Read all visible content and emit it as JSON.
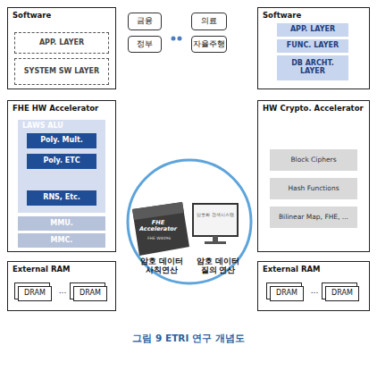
{
  "diagram": {
    "caption": "그림 9 ETRI 연구 개념도",
    "nodes": [
      {
        "text": [
          "Software"
        ]
      },
      {
        "text": [
          "APP. LAYER"
        ],
        "in": 0
      },
      {
        "text": [
          "SYSTEM SW LAYER"
        ],
        "in": 0
      },
      {
        "text": [
          "금융"
        ]
      },
      {
        "text": [
          "의료"
        ]
      },
      {
        "text": [
          "정부"
        ]
      },
      {
        "text": [
          "자율주행"
        ]
      },
      {
        "text": [
          "Software"
        ]
      },
      {
        "text": [
          "APP. LAYER"
        ],
        "in": 7
      },
      {
        "text": [
          "FUNC. LAYER"
        ],
        "in": 7
      },
      {
        "text": [
          "DB ARCHT. LAYER"
        ],
        "in": 7
      },
      {
        "text": [
          "FHE HW Accelerator"
        ]
      },
      {
        "text": [
          "LAWS ALU"
        ],
        "in": 11
      },
      {
        "text": [
          "Poly. Mult."
        ],
        "in": 12
      },
      {
        "text": [
          "Poly. ETC"
        ],
        "in": 12
      },
      {
        "text": [
          "RNS, Etc."
        ],
        "in": 12
      },
      {
        "text": [
          "MMU."
        ],
        "in": 11
      },
      {
        "text": [
          "MMC."
        ],
        "in": 11
      },
      {
        "text": [
          "HW Crypto. Accelerator"
        ]
      },
      {
        "text": [
          "Block Ciphers"
        ],
        "in": 18
      },
      {
        "text": [
          "Hash Functions"
        ],
        "in": 18
      },
      {
        "text": [
          "Bilinear Map, FHE, ..."
        ],
        "in": 18
      },
      {
        "text": [
          "External RAM"
        ]
      },
      {
        "text": [
          "DRAM"
        ],
        "in": 22
      },
      {
        "text": [
          "DRAM"
        ],
        "in": 22
      },
      {
        "text": [
          "External RAM"
        ]
      },
      {
        "text": [
          "DRAM"
        ],
        "in": 25
      },
      {
        "text": [
          "DRAM"
        ],
        "in": 25
      }
    ],
    "labels": [
      "...",
      "...",
      "FHE Accelerator",
      "FHE W4096",
      "암호화 검색시스템",
      "암호 데이터 사칙연산",
      "암호 데이터 질의 연산"
    ]
  }
}
